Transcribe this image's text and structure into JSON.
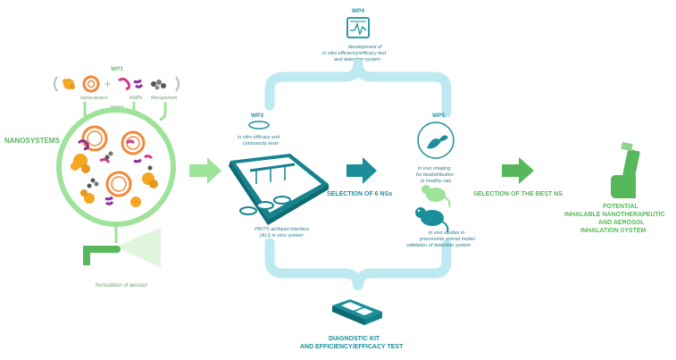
{
  "labels": {
    "nanosystems": "NANOSYSTEMS",
    "wp1": "WP1",
    "wp2": "WP2",
    "wp3": "WP3",
    "wp4": "WP4",
    "wp5": "WP5",
    "nanocarriers": "nanocarriers",
    "amps": "AMPs",
    "meropenem": "Meropenem",
    "formulation": "formulation of aerosol",
    "wp3_desc_1": "in vitro efficacy and",
    "wp3_desc_2": "cytotoxicity tests",
    "wp3_ali_1": "PRIT® air/liquid interface",
    "wp3_ali_2": "(ALI) in vitro system",
    "wp4_desc_1": "development of",
    "wp4_desc_2": "in vitro efficiency/efficacy test",
    "wp4_desc_3": "and detection system",
    "selection6": "SELECTION OF 6 NSs",
    "wp5_img_1": "in vivo imaging",
    "wp5_img_2": "for biodistribution",
    "wp5_img_3": "in healthy rats",
    "wp5_st_1": "in vivo studies in",
    "wp5_st_2": "pneumonia animal model:",
    "wp5_st_3": "validation of detection system",
    "selectionBest": "SELECTION OF THE BEST NS",
    "potential_1": "POTENTIAL",
    "potential_2": "INHALABLE NANOTHERAPEUTIC",
    "potential_3": "AND AEROSOL",
    "potential_4": "INHALATION SYSTEM",
    "diag_1": "DIAGNOSTIC KIT",
    "diag_2": "AND EFFICIENCY/EFFICACY TEST"
  },
  "colors": {
    "green": "#56b85a",
    "light_green": "#9ee39a",
    "teal": "#1a8f9a",
    "light_blue": "#bde9f0",
    "orange": "#f08a3c",
    "purple": "#8b2ea3",
    "yellow": "#f5a623",
    "magenta": "#d23c8a",
    "navy": "#163b6b"
  },
  "icons": [
    "microscope-dish-icon",
    "monitor-chart-icon",
    "cell-culture-device-icon",
    "rat-icon",
    "inhaler-icon",
    "diagnostic-kit-icon",
    "aerosol-nozzle-icon"
  ]
}
